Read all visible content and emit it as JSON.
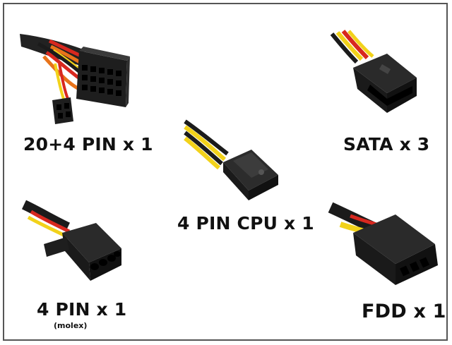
{
  "connectors": [
    {
      "id": "atx",
      "label": "20+4 PIN x 1",
      "icon": "atx-20-4-pin-connector-icon"
    },
    {
      "id": "sata",
      "label": "SATA x 3",
      "icon": "sata-power-connector-icon"
    },
    {
      "id": "cpu",
      "label": "4 PIN CPU x 1",
      "icon": "cpu-4-pin-connector-icon"
    },
    {
      "id": "molex",
      "label": "4 PIN x 1",
      "sublabel": "(molex)",
      "icon": "molex-connector-icon"
    },
    {
      "id": "fdd",
      "label": "FDD x 1",
      "icon": "fdd-connector-icon"
    }
  ],
  "colors": {
    "border": "#555555",
    "wire_red": "#d8281f",
    "wire_yellow": "#f2d21a",
    "wire_black": "#1b1b1b",
    "wire_orange": "#e8731a",
    "connector_black": "#1e1e1e"
  }
}
